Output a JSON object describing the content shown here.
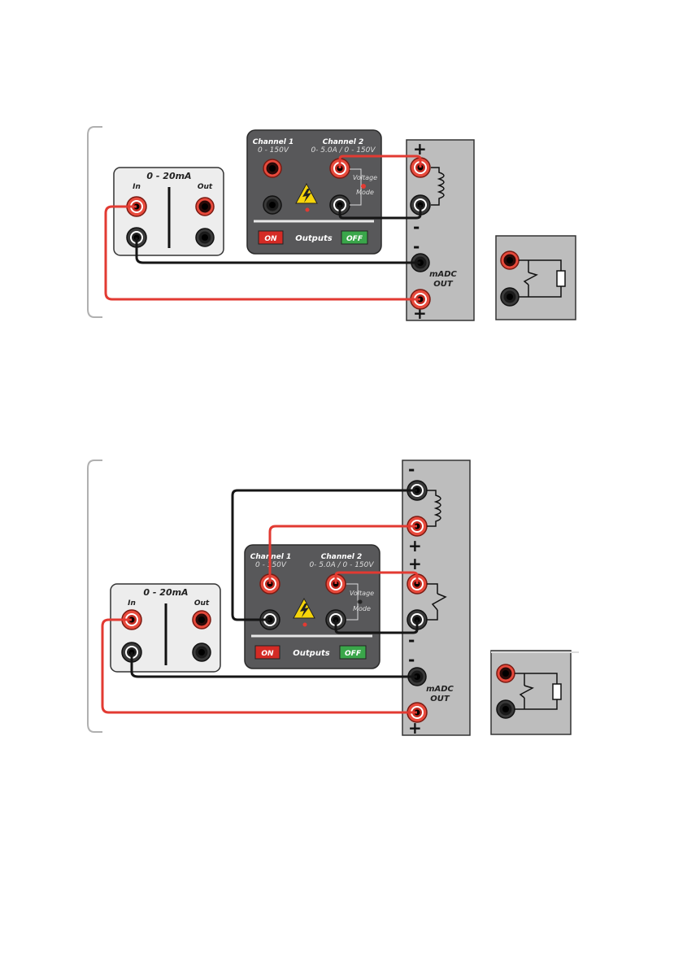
{
  "diagrams": [
    {
      "ma_box": {
        "title": "0 - 20mA",
        "in_label": "In",
        "out_label": "Out"
      },
      "supply": {
        "ch1_title": "Channel 1",
        "ch1_range": "0 - 150V",
        "ch2_title": "Channel 2",
        "ch2_range": "0- 5.0A / 0 - 150V",
        "mode_label_1": "Voltage",
        "mode_label_2": "Mode",
        "on_label": "ON",
        "outputs_label": "Outputs",
        "off_label": "OFF"
      },
      "panel": {
        "signs": [
          "+",
          "-",
          "-",
          "+"
        ],
        "madc_line1": "mADC",
        "madc_line2": "OUT"
      }
    },
    {
      "ma_box": {
        "title": "0 - 20mA",
        "in_label": "In",
        "out_label": "Out"
      },
      "supply": {
        "ch1_title": "Channel 1",
        "ch1_range": "0 - 150V",
        "ch2_title": "Channel 2",
        "ch2_range": "0- 5.0A / 0 - 150V",
        "mode_label_1": "Voltage",
        "mode_label_2": "Mode",
        "on_label": "ON",
        "outputs_label": "Outputs",
        "off_label": "OFF"
      },
      "panel": {
        "signs": [
          "-",
          "+",
          "+",
          "-",
          "-",
          "+"
        ],
        "madc_line1": "mADC",
        "madc_line2": "OUT"
      }
    }
  ],
  "colors": {
    "wire_red": "#e23a32",
    "wire_black": "#151515",
    "panel_gray": "#bdbdbd",
    "supply_dark": "#58585a",
    "on_red": "#d42b25",
    "off_green": "#3aa64a"
  }
}
